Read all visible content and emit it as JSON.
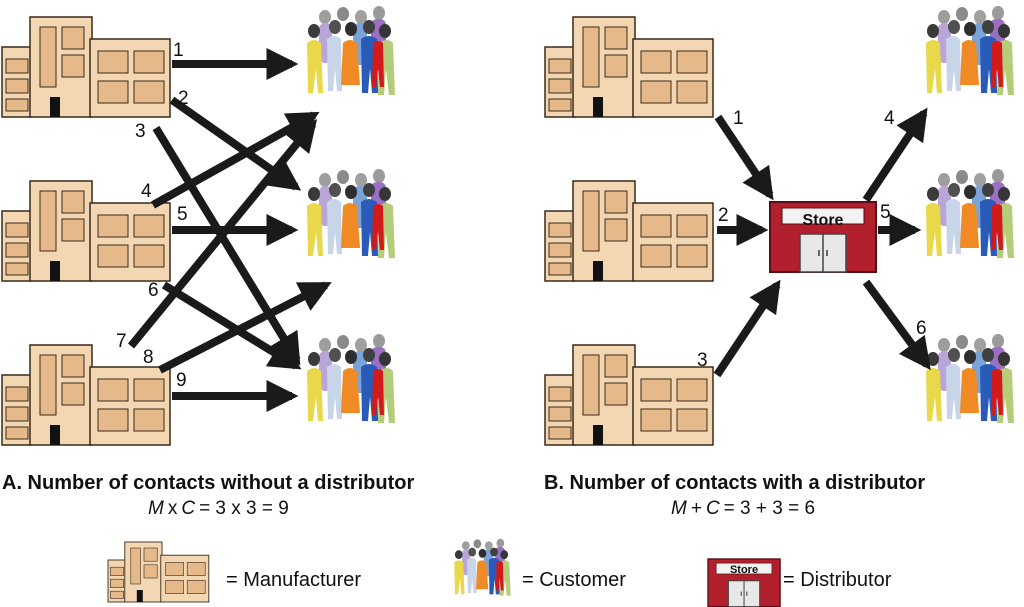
{
  "panel_a": {
    "title": "A. Number of contacts without a distributor",
    "formula": {
      "left": "M",
      "op": "x",
      "mid": "C",
      "rhs": "= 3 x 3 = 9"
    },
    "contacts": [
      "1",
      "2",
      "3",
      "4",
      "5",
      "6",
      "7",
      "8",
      "9"
    ]
  },
  "panel_b": {
    "title": "B. Number of contacts with a distributor",
    "formula": {
      "left": "M",
      "op": "+",
      "mid": "C",
      "rhs": "= 3 + 3 = 6"
    },
    "contacts": [
      "1",
      "2",
      "3",
      "4",
      "5",
      "6"
    ],
    "store_label": "Store"
  },
  "legend": {
    "manufacturer": "= Manufacturer",
    "customer": "= Customer",
    "distributor": "= Distributor",
    "store_label": "Store"
  },
  "colors": {
    "building_fill": "#f3d7b3",
    "building_stripe": "#e5b98a",
    "store_red": "#b21f2d",
    "arrow": "#1a1a1a"
  }
}
